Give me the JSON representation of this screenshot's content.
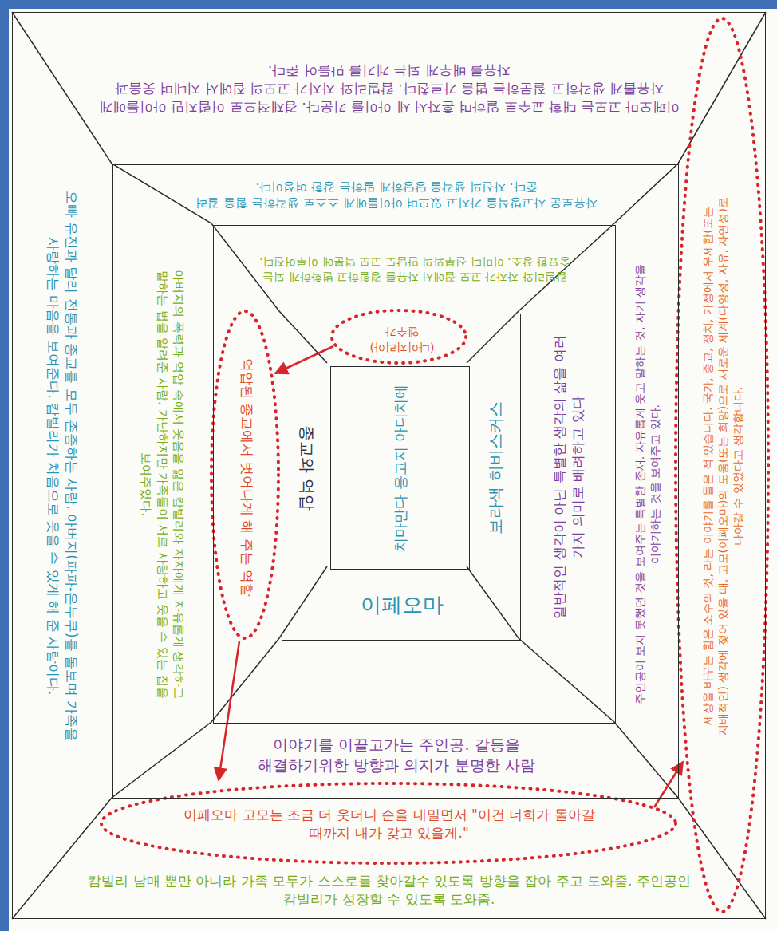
{
  "diagram": {
    "nodes": [
      {
        "text": [
          "이페오마 고모는 대학 교수로 일하며 혼자서 세 아이를 키운다. 경제적으로 어렵지만 아이들에게 자유롭게 생각하고 질문하는 법을 가르친다. 캄빌리와 자자가 고모의 집에서 지내며 웃음과 자유를 배우게 되는 계기를 만들어 준다.",
          "오빠 유진과 달리 전통과 종교를 모두 존중하는 사람. 아버지(파파-은누쿠)를 돌보며 가족을 사랑하는 마음을 보여준다. 캄빌리가 처음으로 웃을 수 있게 해 준 사람이다.",
          "세상을 바꾸는 힘은 소수의 것, 라는 이야기를 들은 적 있습니다. 국가, 종교, 정치, 가정에서 우세한(또는 지배적인) 생각에 젖어 있을 때, 고모(이페오마)의 도움(또는 희망)으로 새로운 세계(다양성, 자유, 자연성)로 나아갈 수 있었다고 생각합니다.",
          "이페오마 고모는 조금 더 웃더니 손을 내밀면서 \"이건 너희가 돌아갈 때까지 내가 갖고 있을게.\"",
          "캄빌리 남매 뿐만 아니라 가족 모두가 스스로를 찾아갈수 있도록 방향을 잡아 주고 도와줌. 주인공인 캄빌리가 성장할 수 있도록 도와줌."
        ]
      },
      {
        "text": [
          "자유로운 사고방식을 가지고 있으며 아이들에게 스스로 생각하는 힘을 길러 준다. 자신의 생각을 당당하게 말하는 강한 여성이다.",
          "아버지의 폭력과 억압 속에서 웃음을 잃은 캄빌리와 자자에게 자유롭게 생각하고 말하는 법을 알려준 사람. 가난하지만 가족들이 서로 사랑하고 웃을 수 있는 집을 보여주었다.",
          "주인공이 보지 못했던 것을 보여주는 특별한 존재. 자유롭게 웃고 말하는 것, 자기 생각을 이야기하는 것을 보여주고 있다.",
          "이야기를 이끌고가는 주인공. 갈등을 해결하기위한 방향과 의지가 분명한 사람"
        ],
        "in": 0
      },
      {
        "text": [
          "캄빌리와 자자가 고모 집에서 자유를 경험하고 변화하게 되는 중요한 장소. 아마디 신부와의 만남도 고모 덕분에 이루어진다.",
          "억압된 종교에서 벗어나게 해 주는 역할",
          "일반적인 생각이 아닌 특별한 생각의 삶을 여러 가지 의미로 배려하고 있다"
        ],
        "in": 1
      },
      {
        "text": [
          "(나이지리아) 엔수카",
          "종교와 억압",
          "보라색 히비스커스",
          "이페오마"
        ],
        "in": 2
      },
      {
        "text": [
          "치마만다 응고지 아디치에"
        ],
        "in": 3
      }
    ]
  }
}
